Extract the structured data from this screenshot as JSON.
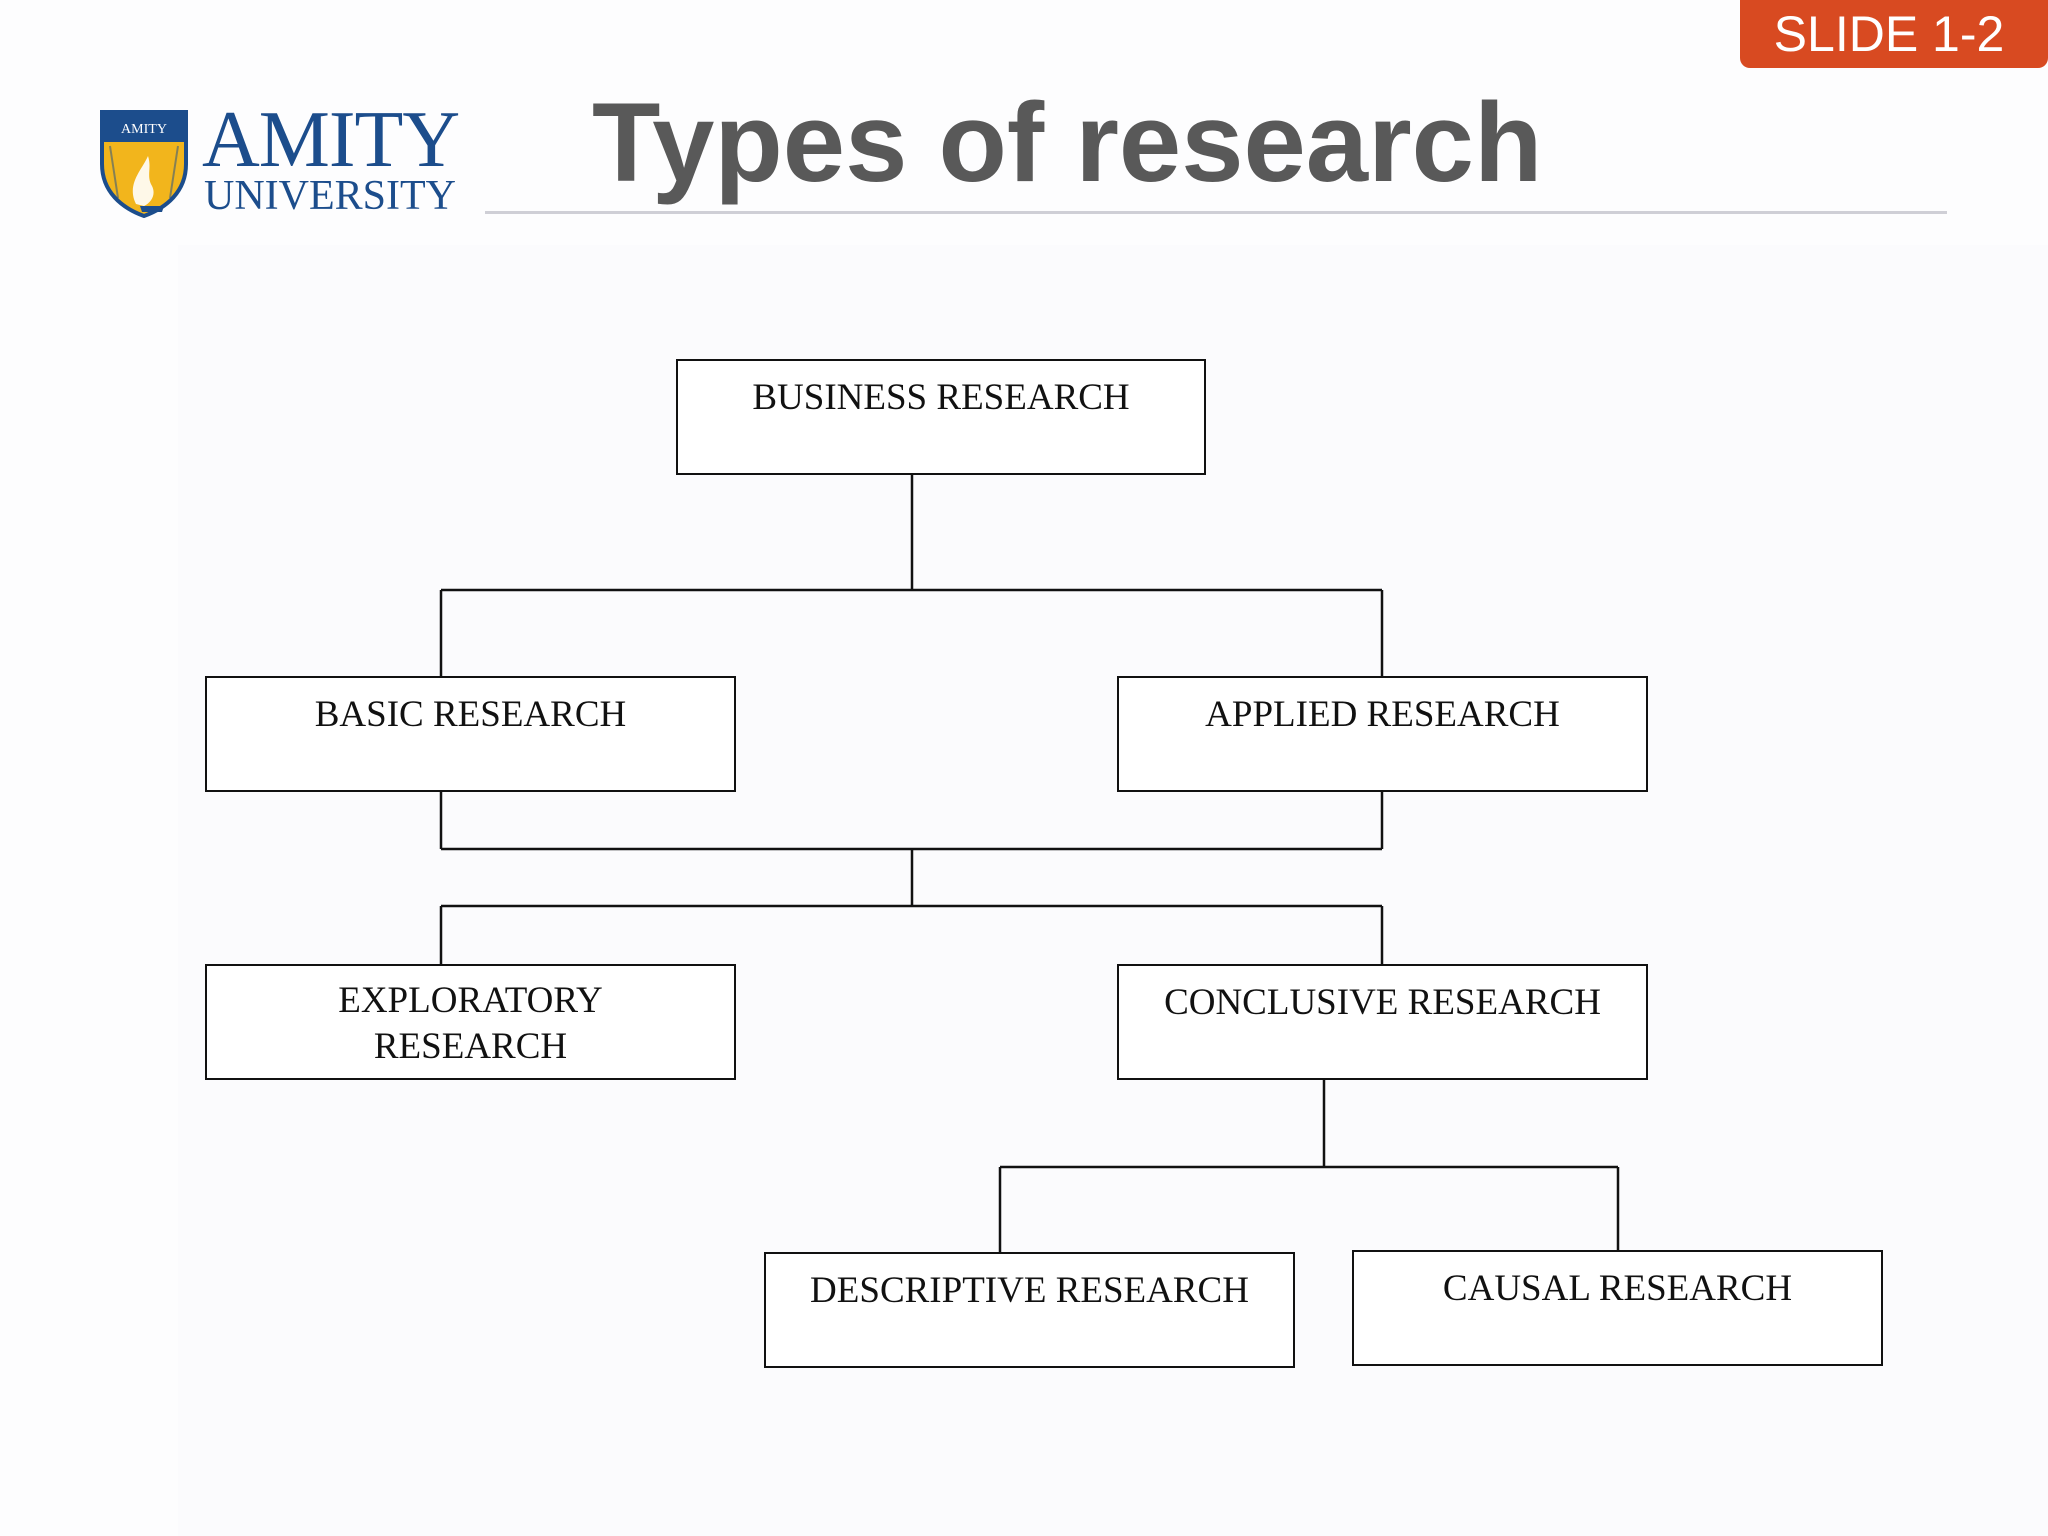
{
  "slide_badge": "SLIDE 1-2",
  "logo": {
    "name": "AMITY",
    "sub": "UNIVERSITY",
    "shield_text": "AMITY",
    "icon": "amity-shield-logo"
  },
  "title": "Types of research",
  "colors": {
    "badge": "#d84a21",
    "title": "#595959",
    "logo_blue": "#1c4d8c",
    "logo_gold": "#f2b51c",
    "rule": "#cfcfd6",
    "line": "#111111"
  },
  "nodes": {
    "business": "BUSINESS RESEARCH",
    "basic": "BASIC RESEARCH",
    "applied": "APPLIED RESEARCH",
    "exploratory_line1": "EXPLORATORY",
    "exploratory_line2": "RESEARCH",
    "conclusive": "CONCLUSIVE RESEARCH",
    "descriptive": "DESCRIPTIVE RESEARCH",
    "causal": "CAUSAL RESEARCH"
  }
}
